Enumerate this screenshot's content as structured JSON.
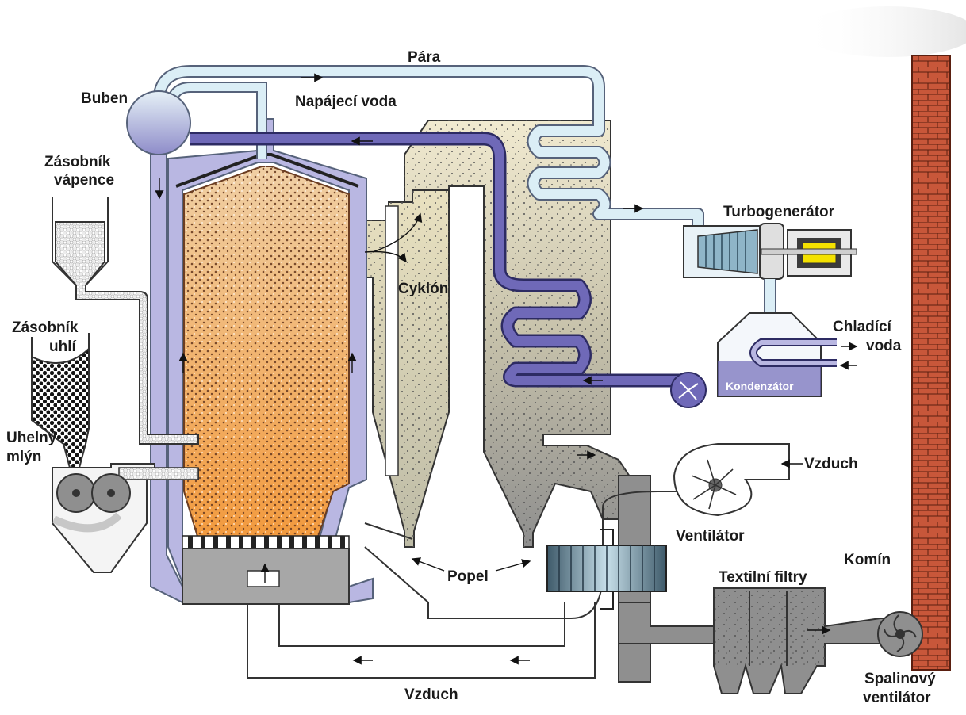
{
  "labels": {
    "para": "Pára",
    "buben": "Buben",
    "napajeci_voda": "Napájecí voda",
    "zasobnik_vapence_1": "Zásobník",
    "zasobnik_vapence_2": "vápence",
    "zasobnik_uhli_1": "Zásobník",
    "zasobnik_uhli_2": "uhlí",
    "uhelny_mlyn_1": "Uhelný",
    "uhelny_mlyn_2": "mlýn",
    "cyklon": "Cyklón",
    "turbogenerator": "Turbogenerátor",
    "chladici_voda_1": "Chladící",
    "chladici_voda_2": "voda",
    "kondenzator": "Kondenzátor",
    "vzduch_right": "Vzduch",
    "ventilator": "Ventilátor",
    "komin": "Komín",
    "popel": "Popel",
    "textilni_filtry": "Textilní filtry",
    "spalinovy_1": "Spalinový",
    "spalinovy_2": "ventilátor",
    "vzduch_bottom": "Vzduch"
  },
  "colors": {
    "steam": "#dbeef6",
    "pipe_outline": "#56627a",
    "water_pipe": "#6f69b8",
    "boiler_wall": "#b9b7e2",
    "furnace_top": "#e8b07a",
    "furnace_bottom": "#f19a3e",
    "flue_gas_light": "#efe7c6",
    "flue_gas_gray": "#9a9a9a",
    "chimney_brick": "#c8573a",
    "generator_yellow": "#f4e200"
  }
}
